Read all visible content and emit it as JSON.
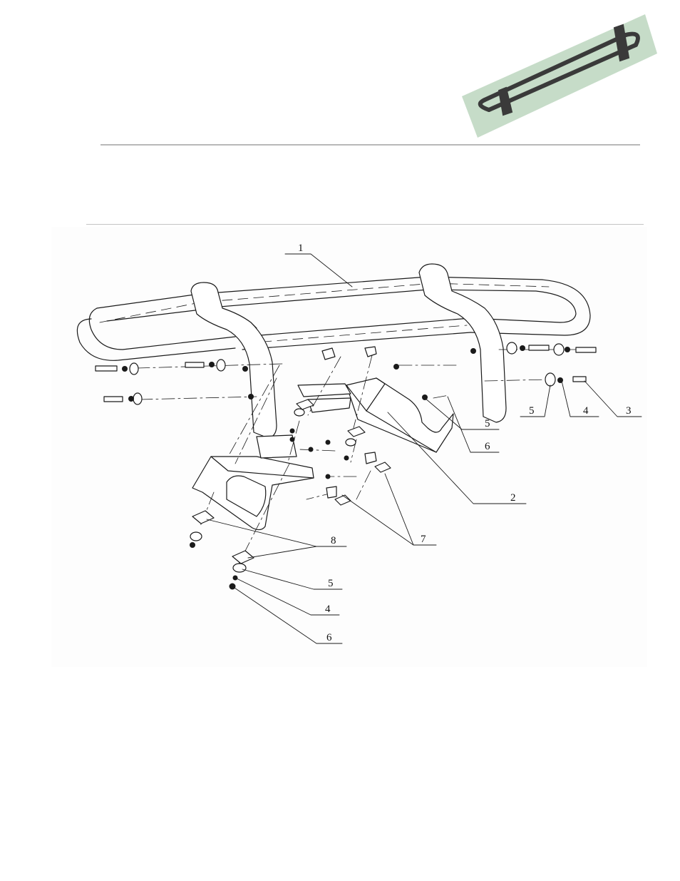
{
  "thumbnail": {
    "icon": "bumper-photo-icon",
    "colors": {
      "background": "#c6dcc8",
      "bar": "#3a3a3a"
    }
  },
  "diagram": {
    "colors": {
      "line": "#1a1a1a",
      "fill": "#ffffff",
      "dash": "#222222"
    },
    "callouts": {
      "part_1": "1",
      "part_2": "2",
      "part_3": "3",
      "part_4_right": "4",
      "part_5_right": "5",
      "part_5_mid": "5",
      "part_6_mid": "6",
      "part_7": "7",
      "part_8": "8",
      "part_5_low": "5",
      "part_4_low": "4",
      "part_6_low": "6"
    }
  }
}
